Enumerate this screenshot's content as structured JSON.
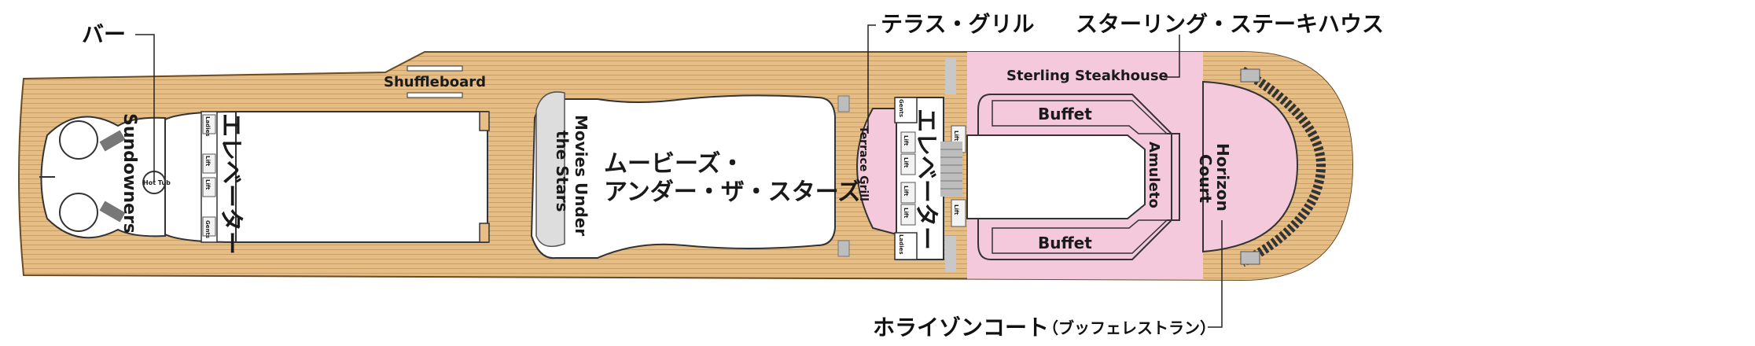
{
  "colors": {
    "deck_wood": "#e6bd84",
    "deck_plank_line": "#c99a5c",
    "restaurant_pink": "#f5c9dc",
    "pool_white": "#ffffff",
    "outline": "#333333",
    "stair_grey": "#bdbdbd"
  },
  "callouts": {
    "bar": "バー",
    "terrace_grill": "テラス・グリル",
    "sterling_steakhouse": "スターリング・ステーキハウス",
    "horizon_court": "ホライゾンコート",
    "horizon_court_note": "（ブッフェレストラン）"
  },
  "labels": {
    "shuffleboard": "Shuffleboard",
    "sundowners": "Sundowners",
    "hot_tub": "Hot Tub",
    "elevator_aft": "エレベーター",
    "elevator_mid": "エレベーター",
    "movies_under_the_stars_line1": "Movies Under",
    "movies_under_the_stars_line2": "the Stars",
    "movies_jp_line1": "ムービーズ・",
    "movies_jp_line2": "アンダー・ザ・スターズ",
    "terrace_grill": "Terrace Grill",
    "sterling_steakhouse": "Sterling Steakhouse",
    "buffet_top": "Buffet",
    "buffet_bottom": "Buffet",
    "amuleto": "Amuleto",
    "horizon_court_line1": "Horizon",
    "horizon_court_line2": "Court",
    "ladies": "Ladies",
    "gents": "Gents",
    "lift": "Lift"
  },
  "icons": {
    "stairs": "stairs-icon",
    "lounge_chairs": "lounge-chair-icon"
  }
}
